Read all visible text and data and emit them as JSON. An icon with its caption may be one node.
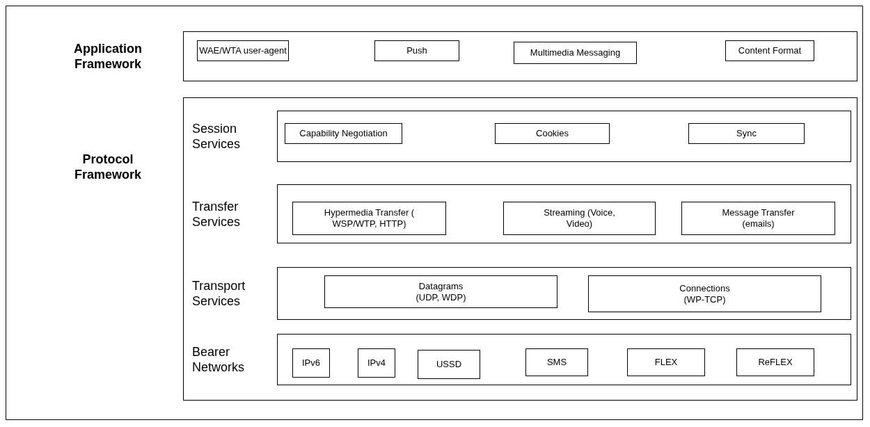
{
  "diagram": {
    "nodes": [
      {
        "text": [
          "Application Framework"
        ]
      },
      {
        "text": [
          "WAE/WTA user-agent"
        ],
        "in": 0
      },
      {
        "text": [
          "Push"
        ],
        "in": 0
      },
      {
        "text": [
          "Multimedia Messaging"
        ],
        "in": 0
      },
      {
        "text": [
          "Content Format"
        ],
        "in": 0
      },
      {
        "text": [
          "Protocol Framework"
        ]
      },
      {
        "text": [
          "Session Services"
        ],
        "in": 5
      },
      {
        "text": [
          "Capability Negotiation"
        ],
        "in": 6
      },
      {
        "text": [
          "Cookies"
        ],
        "in": 6
      },
      {
        "text": [
          "Sync"
        ],
        "in": 6
      },
      {
        "text": [
          "Transfer Services"
        ],
        "in": 5
      },
      {
        "text": [
          "Hypermedia Transfer ( WSP/WTP, HTTP)"
        ],
        "in": 10
      },
      {
        "text": [
          "Streaming (Voice, Video)"
        ],
        "in": 10
      },
      {
        "text": [
          "Message Transfer (emails)"
        ],
        "in": 10
      },
      {
        "text": [
          "Transport Services"
        ],
        "in": 5
      },
      {
        "text": [
          "Datagrams (UDP, WDP)"
        ],
        "in": 14
      },
      {
        "text": [
          "Connections (WP-TCP)"
        ],
        "in": 14
      },
      {
        "text": [
          "Bearer Networks"
        ],
        "in": 5
      },
      {
        "text": [
          "IPv6"
        ],
        "in": 17
      },
      {
        "text": [
          "IPv4"
        ],
        "in": 17
      },
      {
        "text": [
          "USSD"
        ],
        "in": 17
      },
      {
        "text": [
          "SMS"
        ],
        "in": 17
      },
      {
        "text": [
          "FLEX"
        ],
        "in": 17
      },
      {
        "text": [
          "ReFLEX"
        ],
        "in": 17
      }
    ]
  }
}
